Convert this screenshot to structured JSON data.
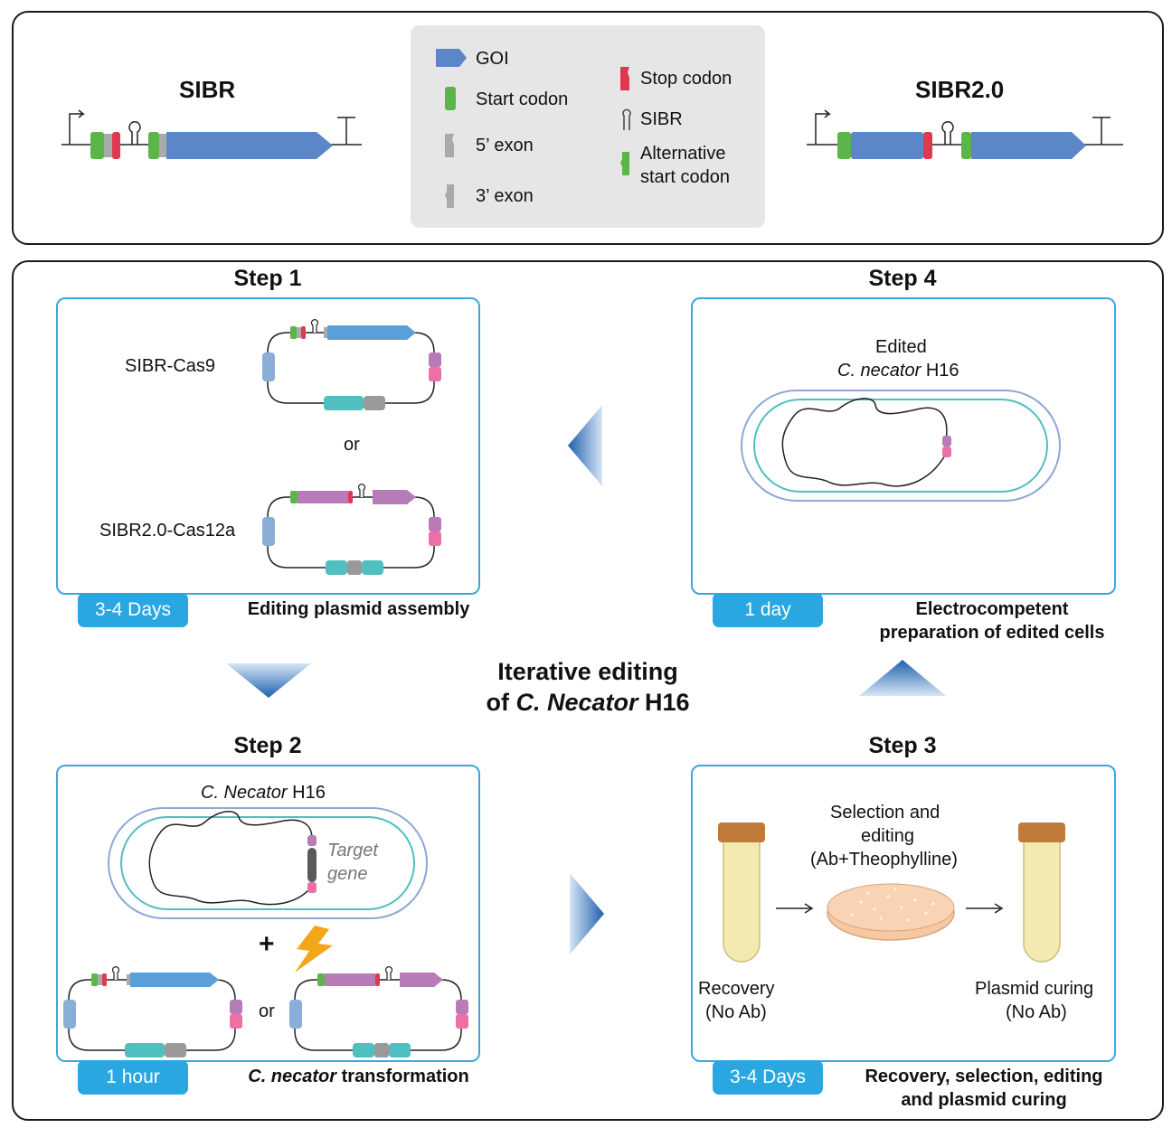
{
  "legend": {
    "goi": "GOI",
    "start_codon": "Start codon",
    "exon5": "5’ exon",
    "exon3": "3’ exon",
    "stop_codon": "Stop codon",
    "sibr": "SIBR",
    "alt_start_line1": "Alternative",
    "alt_start_line2": "start codon"
  },
  "top": {
    "sibr_title": "SIBR",
    "sibr2_title": "SIBR2.0"
  },
  "center": {
    "line1": "Iterative editing",
    "line2_prefix": "of ",
    "line2_italic": "C. Necator",
    "line2_suffix": " H16"
  },
  "step1": {
    "title": "Step 1",
    "plasmid1_label": "SIBR-Cas9",
    "or": "or",
    "plasmid2_label": "SIBR2.0-Cas12a",
    "badge": "3-4 Days",
    "caption": "Editing plasmid assembly"
  },
  "step2": {
    "title": "Step 2",
    "cell_label_italic": "C. Necator",
    "cell_label_suffix": " H16",
    "target_line1": "Target",
    "target_line2": "gene",
    "plus": "+",
    "or": "or",
    "badge": "1 hour",
    "caption_italic": "C. necator",
    "caption_suffix": " transformation"
  },
  "step3": {
    "title": "Step 3",
    "selection_line1": "Selection and",
    "selection_line2": "editing",
    "selection_line3": "(Ab+Theophylline)",
    "recovery_line1": "Recovery",
    "recovery_line2": "(No Ab)",
    "curing_line1": "Plasmid curing",
    "curing_line2": "(No Ab)",
    "badge": "3-4 Days",
    "caption_line1": "Recovery, selection, editing",
    "caption_line2": "and plasmid curing"
  },
  "step4": {
    "title": "Step 4",
    "edited": "Edited",
    "cell_italic": "C. necator",
    "cell_suffix": " H16",
    "badge": "1 day",
    "caption_line1": "Electrocompetent",
    "caption_line2": "preparation of edited cells"
  },
  "colors": {
    "goi_blue": "#5b86c8",
    "start_green": "#5cb548",
    "stop_red": "#e0384f",
    "exon_gray": "#a8a9ad",
    "purple": "#b77cb8",
    "pink": "#ec6fa5",
    "teal": "#4fbfbf",
    "badge_blue": "#2aa7e0",
    "box_border": "#3ea6dc",
    "tube_cap": "#c07a3a",
    "tube_body": "#f3eab2",
    "dish": "#f6c9a3"
  }
}
